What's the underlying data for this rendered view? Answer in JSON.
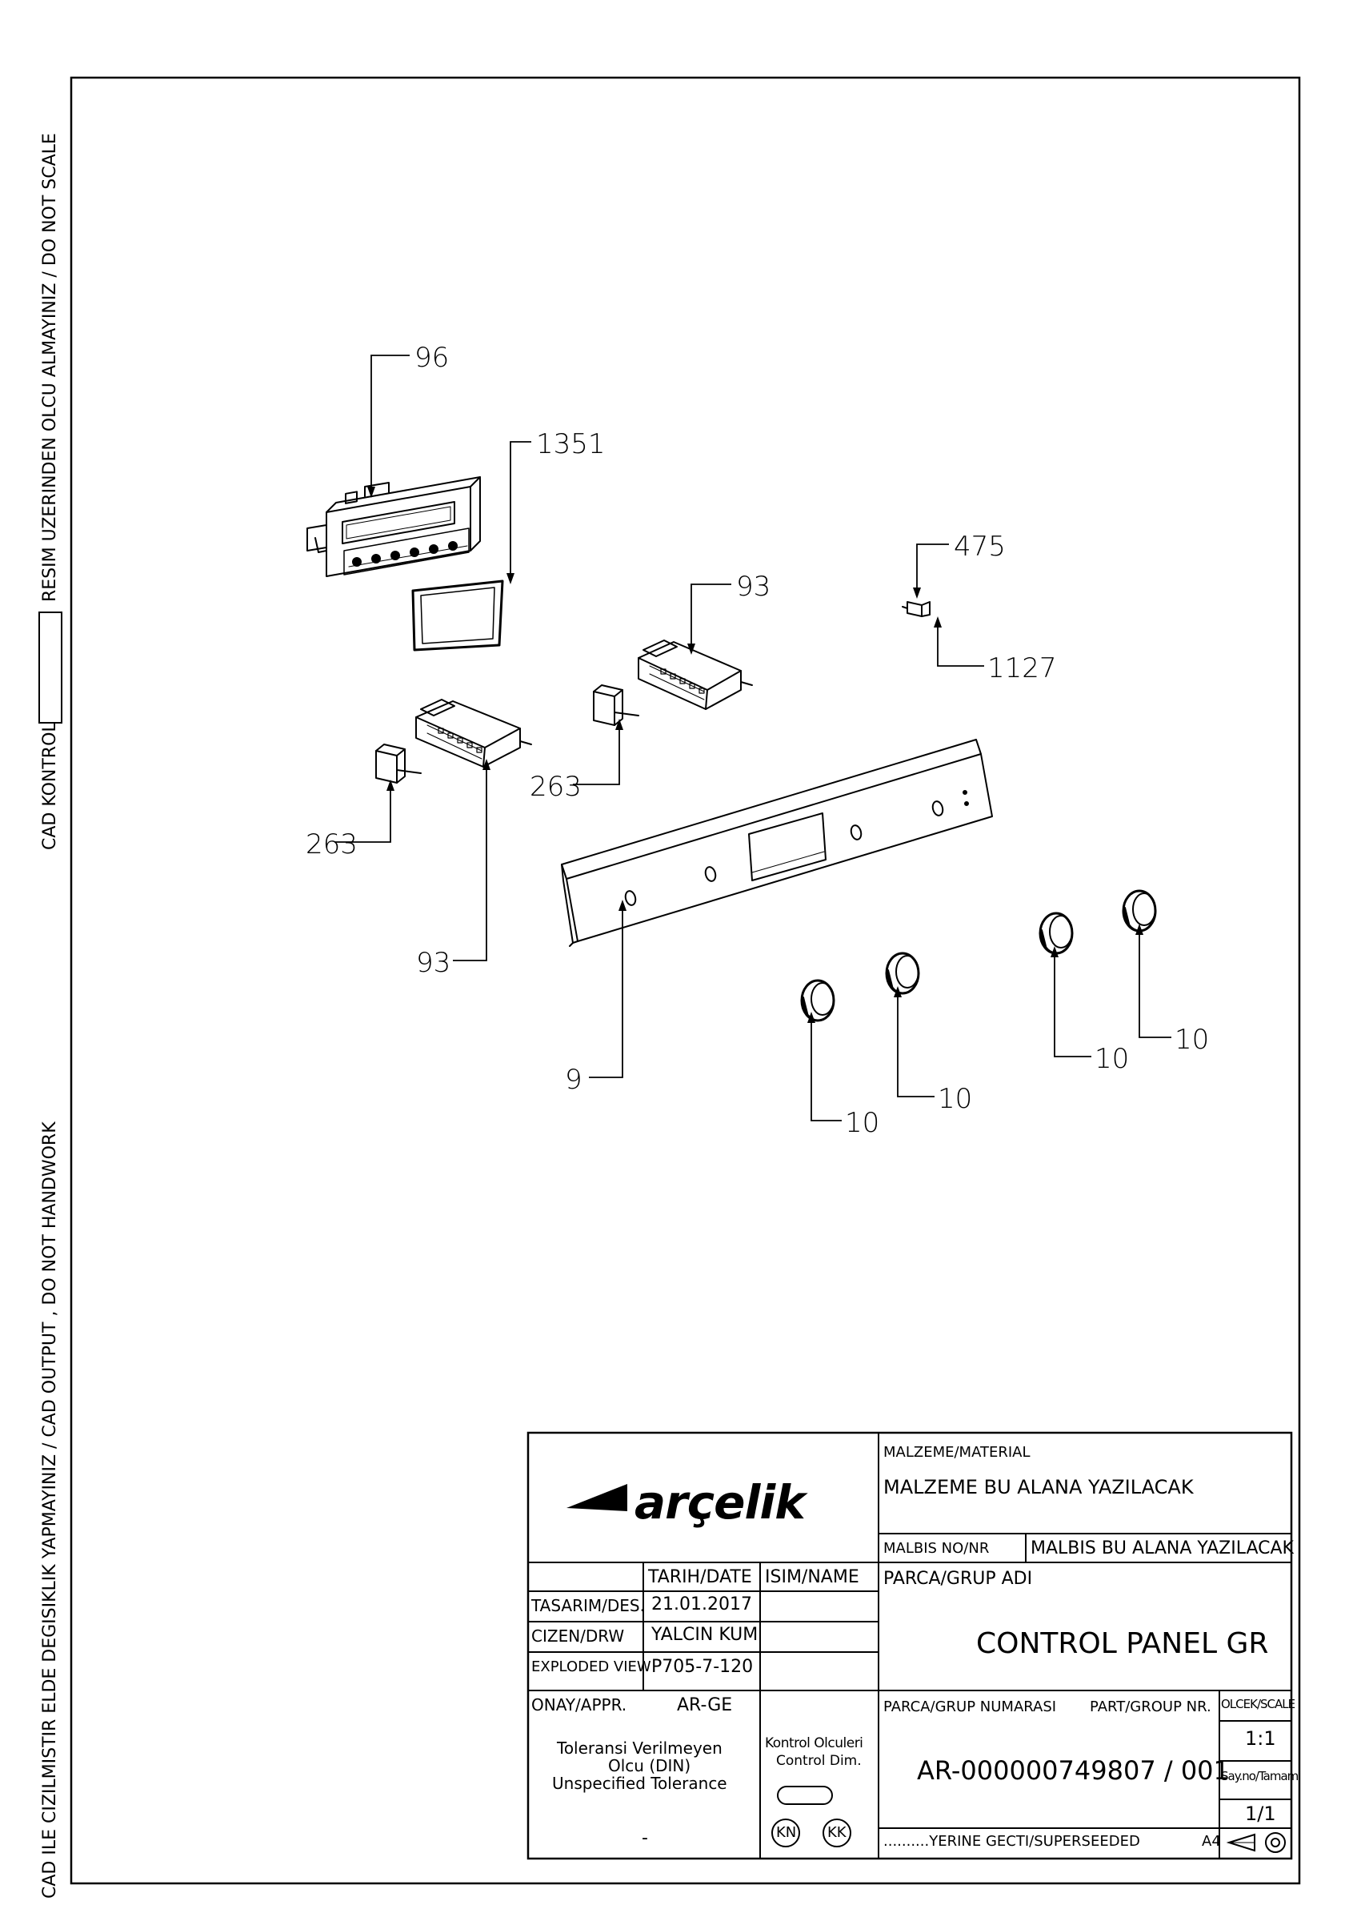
{
  "side_note": {
    "cad_output": "CAD ILE CIZILMISTIR ELDE DEGISIKLIK YAPMAYINIZ / CAD OUTPUT , DO NOT HANDWORK",
    "cad_kontrol": "CAD KONTROL",
    "do_not_scale": "RESIM UZERINDEN OLCU ALMAYINIZ / DO NOT SCALE"
  },
  "callouts": {
    "c96": "96",
    "c1351": "1351",
    "c475": "475",
    "c93a": "93",
    "c1127": "1127",
    "c263a": "263",
    "c263b": "263",
    "c93b": "93",
    "c9": "9",
    "c10a": "10",
    "c10b": "10",
    "c10c": "10",
    "c10d": "10"
  },
  "title_block": {
    "logo": "arçelik",
    "material_label": "MALZEME/MATERIAL",
    "material_value": "MALZEME BU ALANA YAZILACAK",
    "malbis_label": "MALBIS NO/NR",
    "malbis_value": "MALBIS BU ALANA YAZILACAK",
    "date_header": "TARIH/DATE",
    "name_header": "ISIM/NAME",
    "part_name_label": "PARCA/GRUP ADI",
    "part_name": "CONTROL PANEL GR",
    "rows": [
      {
        "label": "TASARIM/DES.",
        "value": "21.01.2017"
      },
      {
        "label": "CIZEN/DRW",
        "value": "YALCIN KUM"
      },
      {
        "label": "EXPLODED VIEW",
        "value": "P705-7-120"
      },
      {
        "label": "ONAY/APPR.",
        "value": "AR-GE"
      }
    ],
    "part_number_label": "PARCA/GRUP NUMARASI",
    "part_number_label_en": "PART/GROUP NR.",
    "part_number": "AR-000000749807 / 001",
    "scale_label": "OLCEK/SCALE",
    "scale_value": "1:1",
    "sheet_label": "Say.no/Tamami",
    "sheet_value": "1/1",
    "tolerance_line1": "Toleransi Verilmeyen",
    "tolerance_line2": "Olcu (DIN)",
    "tolerance_line3": "Unspecified Tolerance",
    "tolerance_value": "-",
    "control_line1": "Kontrol Olculeri",
    "control_line2": "Control Dim.",
    "kn": "KN",
    "kk": "KK",
    "superseded": "..........YERINE GECTI/SUPERSEEDED",
    "paper": "A4"
  }
}
